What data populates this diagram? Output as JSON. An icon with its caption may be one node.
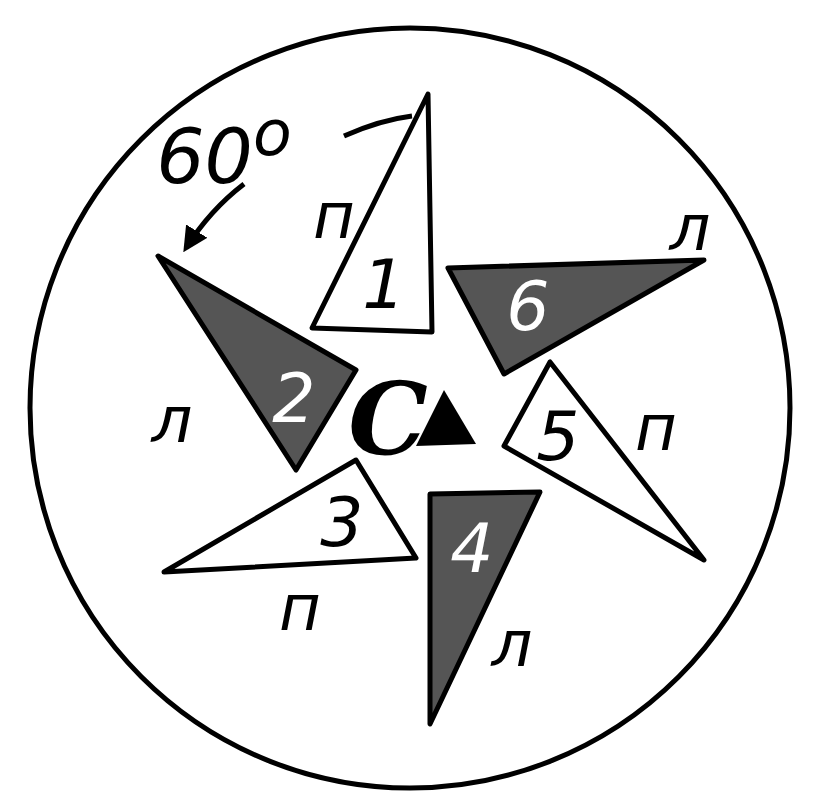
{
  "diagram": {
    "nodes": [
      {
        "text": [
          "1"
        ]
      },
      {
        "text": [
          "6"
        ]
      },
      {
        "text": [
          "2"
        ]
      },
      {
        "text": [
          "5"
        ]
      },
      {
        "text": [
          "3"
        ]
      },
      {
        "text": [
          "4"
        ]
      }
    ],
    "labels": [
      "60$^{o}$",
      "п",
      "л",
      "л",
      "C",
      "п",
      "п",
      "л"
    ]
  }
}
